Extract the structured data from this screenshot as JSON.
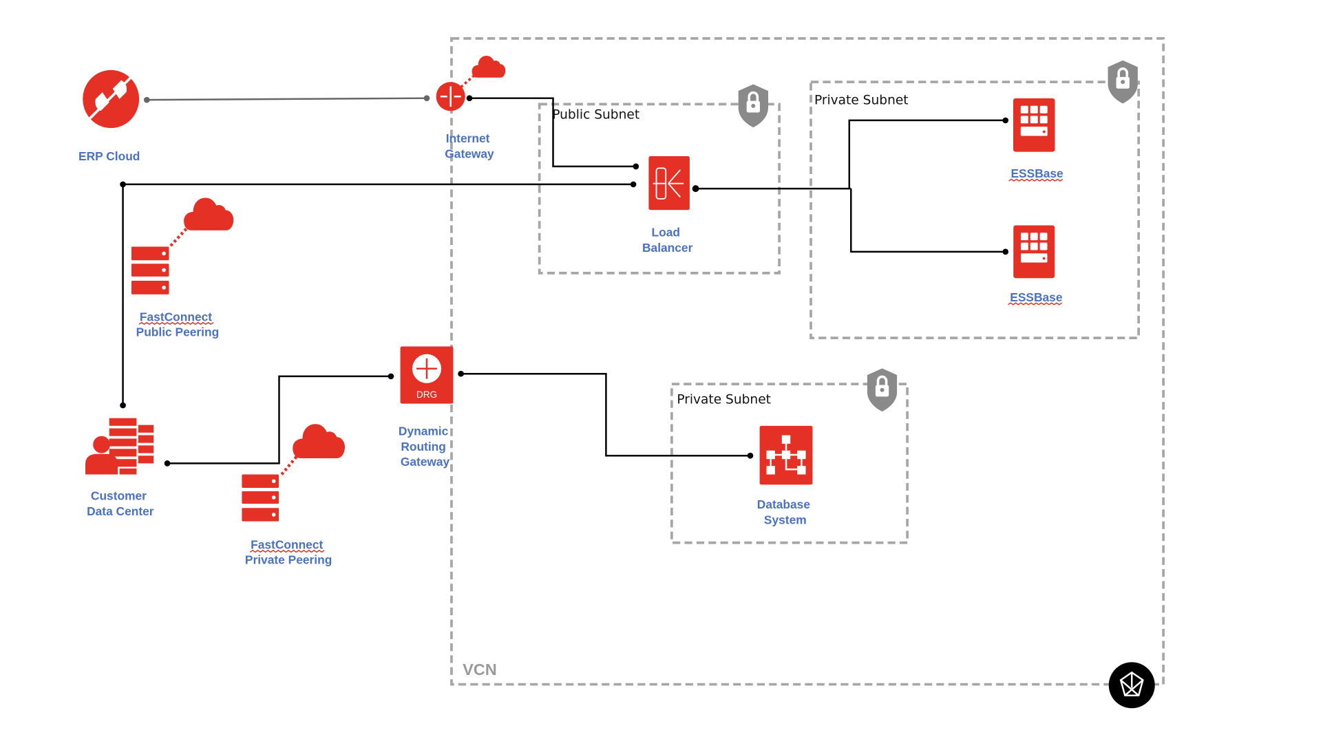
{
  "colors": {
    "accent_red": "#e53125",
    "label_blue": "#4a72c0",
    "boundary_gray": "#a6a6a6",
    "wire": "#000000"
  },
  "vcn": {
    "label": "VCN",
    "icon": "vcn-network-icon"
  },
  "subnets": {
    "public": {
      "label": "Public Subnet",
      "icon": "shield-lock-icon"
    },
    "private_essbase": {
      "label": "Private Subnet",
      "icon": "shield-lock-icon"
    },
    "private_db": {
      "label": "Private Subnet",
      "icon": "shield-lock-icon"
    }
  },
  "nodes": {
    "erp_cloud": {
      "label": "ERP Cloud",
      "icon": "plug-icon"
    },
    "internet_gateway": {
      "line1": "Internet",
      "line2": "Gateway",
      "icon": "router-icon"
    },
    "load_balancer": {
      "line1": "Load",
      "line2": "Balancer",
      "icon": "load-balancer-icon"
    },
    "essbase_1": {
      "label": "ESSBase",
      "icon": "server-grid-icon"
    },
    "essbase_2": {
      "label": "ESSBase",
      "icon": "server-grid-icon"
    },
    "fastconnect_public": {
      "line1": "FastConnect",
      "line2": "Public Peering",
      "icon": "server-cloud-icon"
    },
    "drg": {
      "badge": "DRG",
      "line1": "Dynamic",
      "line2": "Routing",
      "line3": "Gateway",
      "icon": "drg-icon"
    },
    "customer_dc": {
      "line1": "Customer",
      "line2": "Data Center",
      "icon": "datacenter-user-icon"
    },
    "fastconnect_private": {
      "line1": "FastConnect",
      "line2": "Private Peering",
      "icon": "server-cloud-icon"
    },
    "database": {
      "line1": "Database",
      "line2": "System",
      "icon": "database-topology-icon"
    }
  }
}
